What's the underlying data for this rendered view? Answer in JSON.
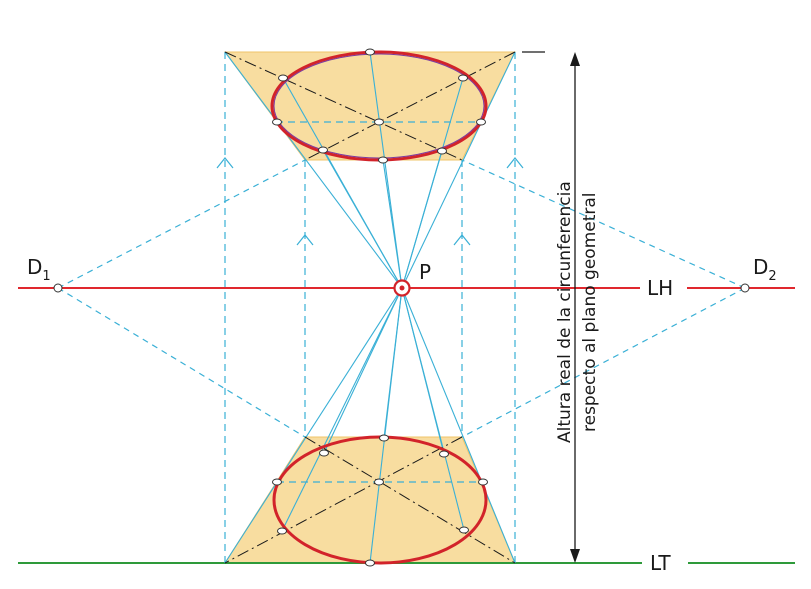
{
  "labels": {
    "d1": "D",
    "d1_sub": "1",
    "d2": "D",
    "d2_sub": "2",
    "p": "P",
    "lh": "LH",
    "lt": "LT",
    "height_line1": "Altura real de la circunferencia",
    "height_line2": "respecto al plano geometral"
  },
  "colors": {
    "horizon": "#e0282e",
    "ground": "#2e9a3a",
    "construction": "#3ab0d6",
    "circle": "#d2232a",
    "fill": "#f8dda0",
    "axis": "#1a1a1a"
  }
}
